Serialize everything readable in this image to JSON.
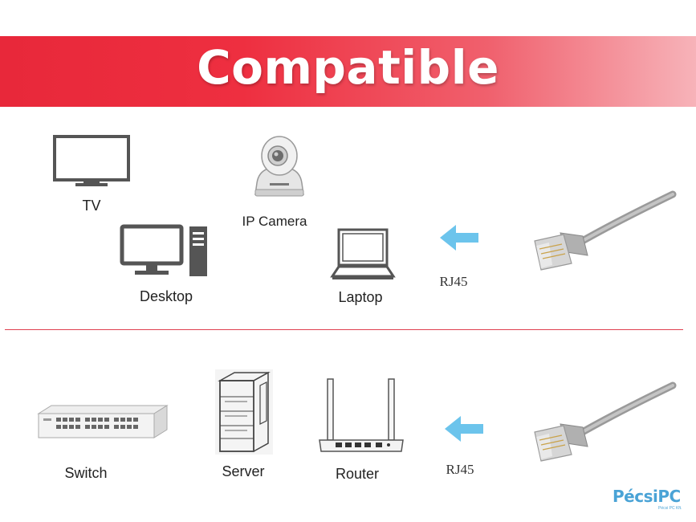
{
  "banner": {
    "title": "Compatible"
  },
  "top_section": {
    "tv_label": "TV",
    "camera_label": "IP Camera",
    "desktop_label": "Desktop",
    "laptop_label": "Laptop",
    "connector_label": "RJ45"
  },
  "bottom_section": {
    "switch_label": "Switch",
    "server_label": "Server",
    "router_label": "Router",
    "connector_label": "RJ45"
  },
  "watermark": {
    "brand": "PécsiPC",
    "tagline": "Pécsi PC Kft."
  },
  "colors": {
    "banner_red": "#ee2f40",
    "icon_gray": "#555555",
    "arrow_blue": "#6cc4ec",
    "divider_red": "#e04050",
    "watermark_blue": "#4aa3d6"
  }
}
